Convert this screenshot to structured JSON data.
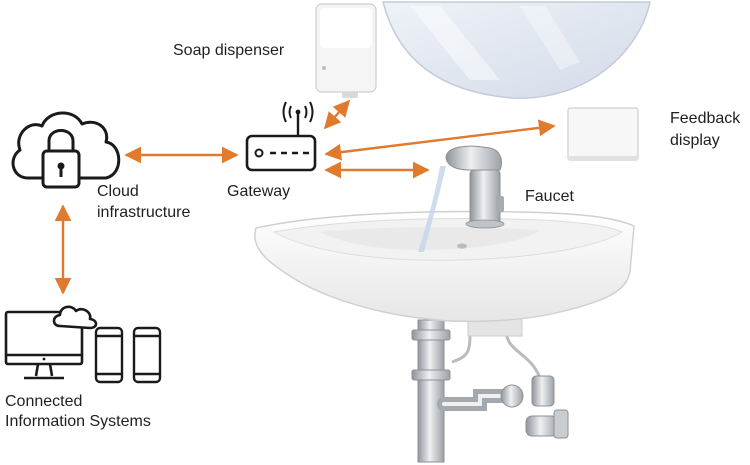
{
  "labels": {
    "soap_dispenser": "Soap dispenser",
    "feedback_display_line1": "Feedback",
    "feedback_display_line2": "display",
    "cloud_line1": "Cloud",
    "cloud_line2": "infrastructure",
    "gateway": "Gateway",
    "faucet": "Faucet",
    "connected_line1": "Connected",
    "connected_line2": "Information Systems"
  },
  "colors": {
    "arrow": "#e07b2e",
    "outline_icon": "#1a1a1a",
    "mirror": "#dfe6f2",
    "porcelain": "#f4f4f4",
    "chrome": "#b8bcc0"
  },
  "icons": {
    "cloud": "cloud-lock-icon",
    "gateway": "router-icon",
    "computer": "monitor-cloud-icon",
    "phones": "smartphone-icon"
  }
}
